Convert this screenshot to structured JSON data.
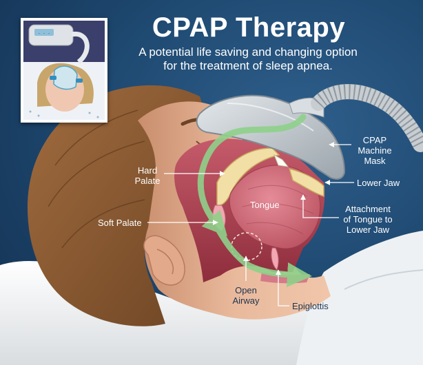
{
  "header": {
    "title": "CPAP Therapy",
    "subtitle_line1": "A potential life saving and changing option",
    "subtitle_line2": "for the treatment of sleep apnea."
  },
  "labels": {
    "mask": [
      "CPAP",
      "Machine",
      "Mask"
    ],
    "hard_palate": [
      "Hard",
      "Palate"
    ],
    "lower_jaw": "Lower Jaw",
    "tongue": "Tongue",
    "soft_palate": "Soft Palate",
    "attachment": [
      "Attachment",
      "of Tongue to",
      "Lower Jaw"
    ],
    "open_airway": [
      "Open",
      "Airway"
    ],
    "epiglottis": "Epiglottis"
  },
  "inset": {
    "machine_display": "- - -"
  },
  "colors": {
    "background": "#1f4a72",
    "airflow_arrow": "#8fd18a",
    "label_text": "#ffffff",
    "mask": "#c9cfd4",
    "skin": "#e8b79a",
    "hair": "#8a5a34",
    "pillow": "#f3f3f3"
  }
}
